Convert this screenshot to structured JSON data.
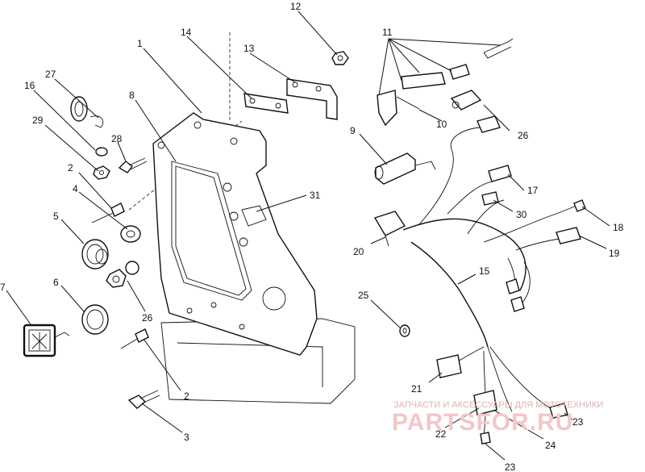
{
  "callouts": {
    "c1": "1",
    "c2a": "2",
    "c2b": "2",
    "c3": "3",
    "c4": "4",
    "c5": "5",
    "c6": "6",
    "c7": "7",
    "c8": "8",
    "c9": "9",
    "c10": "10",
    "c11": "11",
    "c12": "12",
    "c13": "13",
    "c14": "14",
    "c15": "15",
    "c16": "16",
    "c17": "17",
    "c18": "18",
    "c19": "19",
    "c20": "20",
    "c21": "21",
    "c22": "22",
    "c23a": "23",
    "c23b": "23",
    "c24": "24",
    "c25": "25",
    "c26a": "26",
    "c26b": "26",
    "c27": "27",
    "c28": "28",
    "c29": "29",
    "c30": "30",
    "c31": "31"
  },
  "watermark": {
    "line1": "ЗАПЧАСТИ И АКСЕССУАРЫ ДЛЯ МОТОТЕХНИКИ",
    "line2": "PARTSFOR.RU"
  }
}
